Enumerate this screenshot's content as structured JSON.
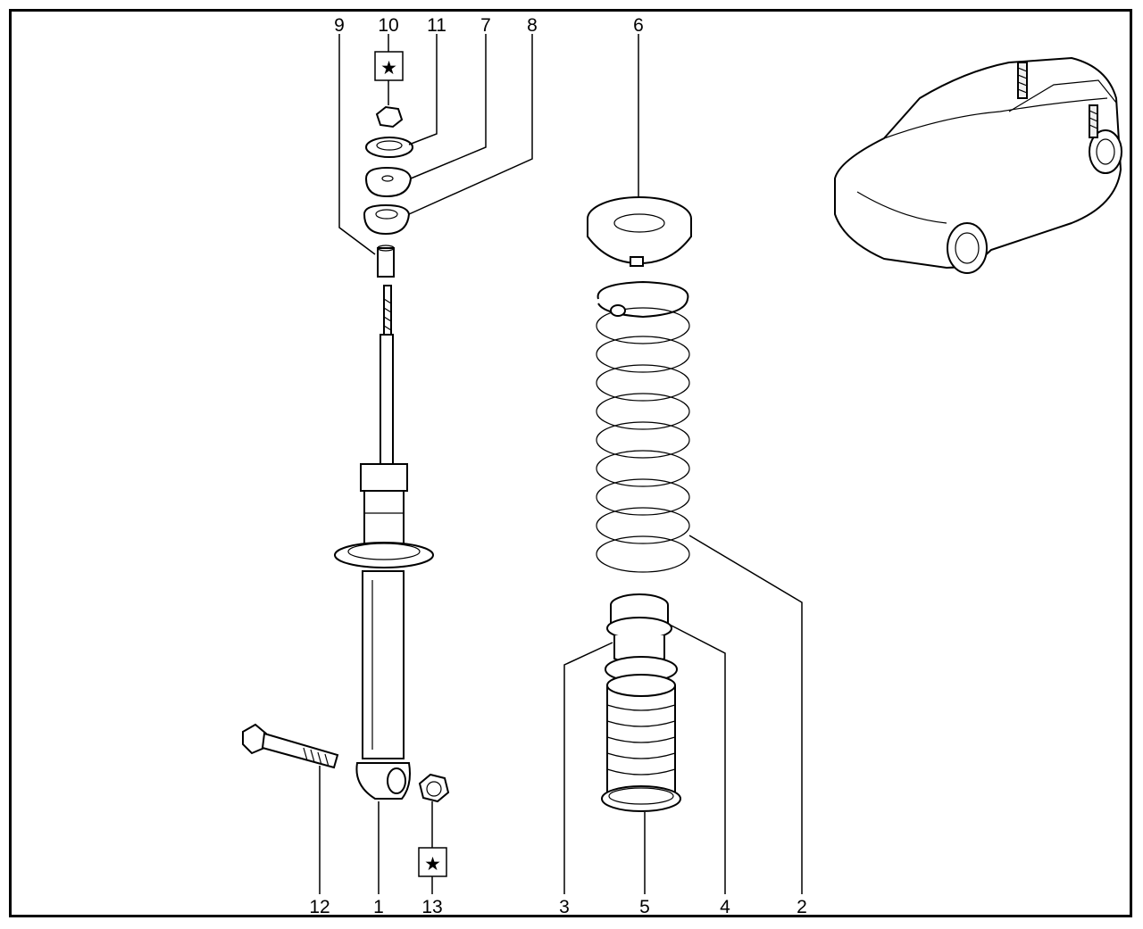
{
  "diagram": {
    "callouts": {
      "c1": "1",
      "c2": "2",
      "c3": "3",
      "c4": "4",
      "c5": "5",
      "c6": "6",
      "c7": "7",
      "c8": "8",
      "c9": "9",
      "c10": "10",
      "c11": "11",
      "c12": "12",
      "c13": "13"
    },
    "star_symbol": "★"
  }
}
